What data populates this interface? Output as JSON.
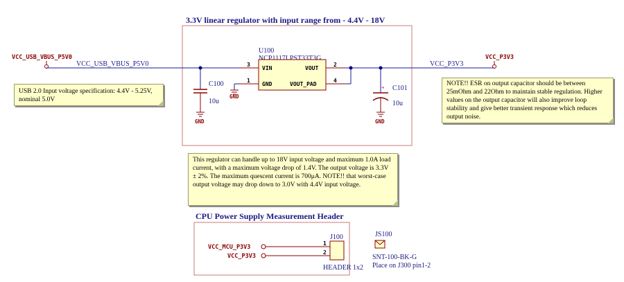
{
  "regulator_section": {
    "title": "3.3V linear regulator with input range from - 4.4V - 18V",
    "designator": "U100",
    "part": "NCP1117LPST33T3G",
    "pins": {
      "vin_name": "VIN",
      "vin_num": "3",
      "gnd_name": "GND",
      "gnd_num": "1",
      "vout_name": "VOUT",
      "vout_num": "2",
      "pad_name": "VOUT_PAD",
      "pad_num": "4"
    },
    "c100": {
      "ref": "C100",
      "value": "10u"
    },
    "c101": {
      "ref": "C101",
      "value": "10u",
      "polarity": "+"
    },
    "gnd_label": "GND"
  },
  "nets": {
    "in_port": "VCC_USB_VBUS_P5V0",
    "in_wire": "VCC_USB_VBUS_P5V0",
    "out_port": "VCC_P3V3",
    "out_wire": "VCC_P3V3"
  },
  "notes": {
    "usb": "USB 2.0 Input voltage specification: 4.4V - 5.25V, nominal 5.0V",
    "esr": "NOTE!! ESR on output capacitor should be between 25mOhm and 22Ohm to maintain stable regulation. Higher values on the output capacitor will also improve loop stability and give better transient response which reduces output noise.",
    "regulator": "This regulator can handle up to 18V input voltage and maximum 1.0A load current, with a maximum voltage drop of 1.4V. The output voltage is 3.3V ± 2%. The maximum quescent current is 700μA. NOTE!!  that worst-case output voltage may drop down to 3.0V with 4.4V input voltage."
  },
  "header_section": {
    "title": "CPU Power Supply  Measurement Header",
    "designator": "J100",
    "part": "HEADER 1x2",
    "pin1_num": "1",
    "pin2_num": "2",
    "pin1_net": "VCC_MCU_P3V3",
    "pin2_net": "VCC_P3V3",
    "jumper_ref": "JS100",
    "jumper_part": "SNT-100-BK-G",
    "jumper_note": "Place on J300 pin1-2"
  },
  "colors": {
    "wire": "#1a1a99",
    "component": "#8b0000",
    "junction": "#000080",
    "box_border": "#c87878",
    "note_fill": "#ffffcc"
  }
}
